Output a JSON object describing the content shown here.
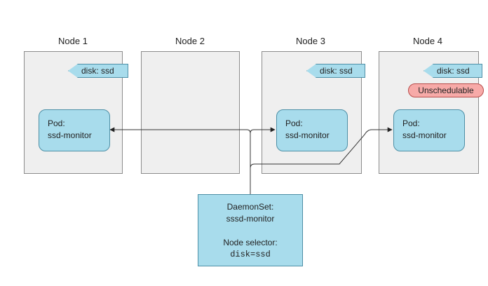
{
  "nodes": [
    {
      "title": "Node 1",
      "label": "disk: ssd",
      "pod": {
        "line1": "Pod:",
        "line2": "ssd-monitor"
      }
    },
    {
      "title": "Node 2"
    },
    {
      "title": "Node 3",
      "label": "disk: ssd",
      "pod": {
        "line1": "Pod:",
        "line2": "ssd-monitor"
      }
    },
    {
      "title": "Node 4",
      "label": "disk: ssd",
      "status": "Unschedulable",
      "pod": {
        "line1": "Pod:",
        "line2": "ssd-monitor"
      }
    }
  ],
  "daemonset": {
    "line1": "DaemonSet:",
    "line2": "sssd-monitor",
    "selector_label": "Node selector:",
    "selector_value": "disk=ssd"
  },
  "colors": {
    "box_fill": "#a8dcec",
    "box_border": "#4d8fa6",
    "node_fill": "#efefef",
    "unschedulable_fill": "#f7aaa8"
  }
}
